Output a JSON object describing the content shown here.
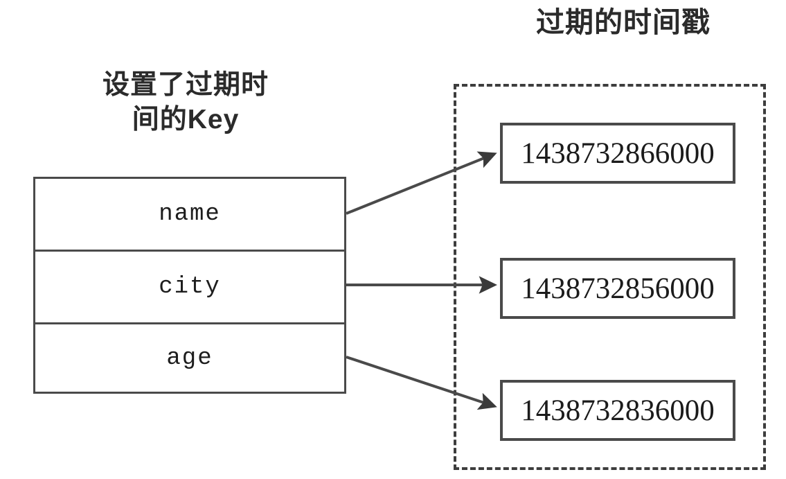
{
  "diagram": {
    "left_title": "设置了过期时\n间的Key",
    "right_title": "过期的时间戳",
    "key_rows": [
      {
        "label": "name"
      },
      {
        "label": "city"
      },
      {
        "label": "age"
      }
    ],
    "timestamps": [
      {
        "value": "1438732866000"
      },
      {
        "value": "1438732856000"
      },
      {
        "value": "1438732836000"
      }
    ],
    "mappings": [
      {
        "from": "name",
        "to": "1438732866000"
      },
      {
        "from": "city",
        "to": "1438732856000"
      },
      {
        "from": "age",
        "to": "1438732836000"
      }
    ],
    "colors": {
      "background": "#ffffff",
      "stroke": "#4a4a4a",
      "dashed_stroke": "#3d3d3d",
      "text": "#1d1d1d"
    }
  }
}
